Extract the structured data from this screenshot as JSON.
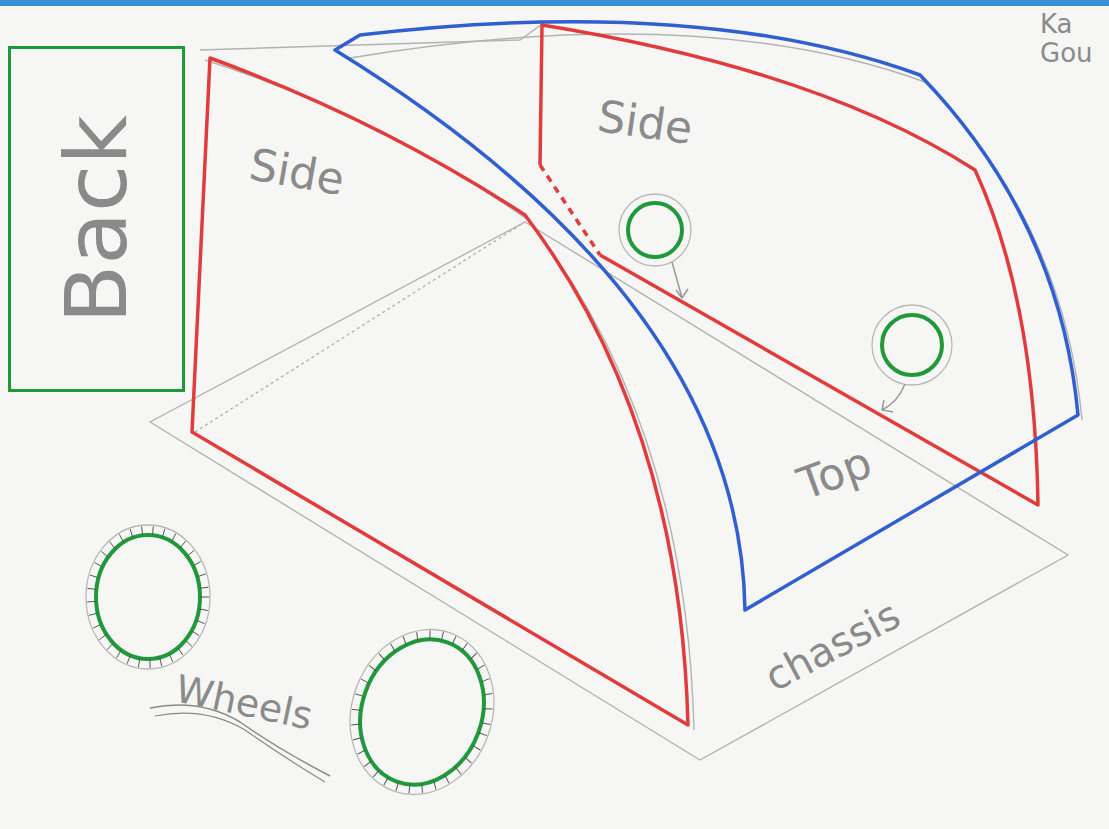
{
  "diagram": {
    "nodes": [
      {
        "text": [
          "Back"
        ]
      },
      {
        "text": [
          "Side"
        ]
      },
      {
        "text": [
          "Side"
        ]
      },
      {
        "text": [
          "Top"
        ]
      }
    ],
    "labels": [
      "chassis",
      "Wheels",
      "Ka Gou"
    ]
  }
}
